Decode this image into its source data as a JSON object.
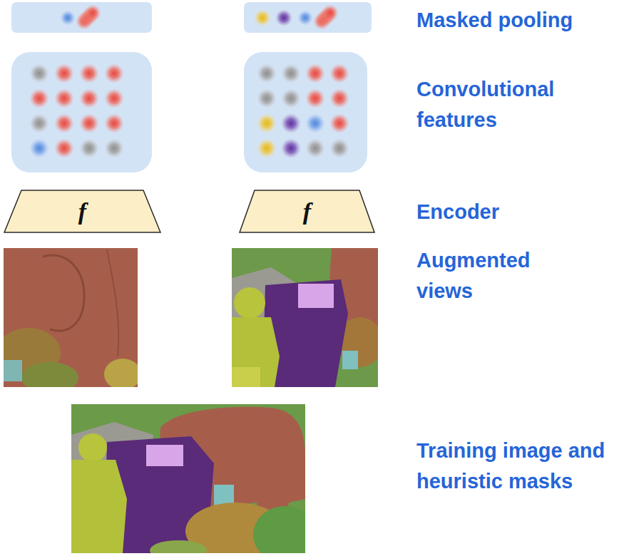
{
  "diagram": {
    "nodes": [
      {
        "text": [
          "f"
        ]
      },
      {
        "text": [
          "f"
        ]
      }
    ],
    "labels": [
      "Masked pooling",
      "Convolutional features",
      "Encoder",
      "Augmented views",
      "Training image and heuristic masks"
    ]
  }
}
